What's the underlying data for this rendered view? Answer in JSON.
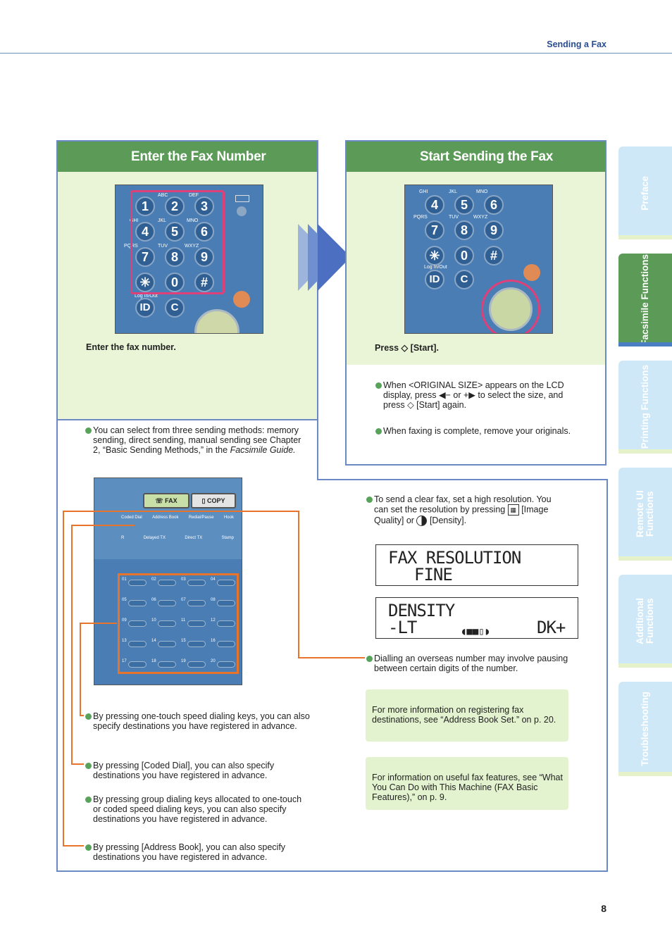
{
  "header": {
    "section": "Sending a Fax"
  },
  "page_number": "8",
  "left_panel": {
    "title": "Enter the Fax Number",
    "caption": "Enter the fax number.",
    "keys": [
      "1",
      "2",
      "3",
      "4",
      "5",
      "6",
      "7",
      "8",
      "9",
      "✳",
      "0",
      "#"
    ],
    "letters": [
      "ABC",
      "DEF",
      "GHI",
      "JKL",
      "MNO",
      "PQRS",
      "TUV",
      "WXYZ"
    ],
    "login": "Log In/Out",
    "id_key": "ID",
    "c_key": "C",
    "note": "You can select from three sending methods: memory sending, direct sending, manual sending see Chapter 2, “Basic Sending Methods,” in the ",
    "note_italic": "Facsimile Guide."
  },
  "right_panel": {
    "title": "Start Sending the Fax",
    "caption_pre": "Press",
    "caption_post": "[Start].",
    "bullet1_a": "When <ORIGINAL SIZE> appears on the LCD display, press",
    "bullet1_or": "or",
    "bullet1_b": "to select the size, and press",
    "bullet1_c": "[Start] again.",
    "bullet2": "When faxing is complete, remove your originals."
  },
  "resolution": {
    "text_a": "To send a clear fax, set a high resolution. You can set the resolution by pressing",
    "text_b": "[Image Quality] or",
    "text_c": "[Density].",
    "lcd1_line1": "FAX RESOLUTION",
    "lcd1_line2": "FINE",
    "lcd2_line1": "DENSITY",
    "lcd2_line2": "-LT",
    "lcd2_right": "DK+",
    "overseas": "Dialling an overseas number may involve pausing between certain digits of the number."
  },
  "panel_buttons": {
    "fax": "FAX",
    "copy": "COPY",
    "row1": [
      "Coded Dial",
      "Address Book",
      "Redial/Pause",
      "Hook"
    ],
    "row2": [
      "R",
      "Delayed TX",
      "Direct TX",
      "Stamp"
    ],
    "onetouch": [
      "01",
      "02",
      "03",
      "04",
      "05",
      "06",
      "07",
      "08",
      "09",
      "10",
      "11",
      "12",
      "13",
      "14",
      "15",
      "16",
      "17",
      "18",
      "19",
      "20"
    ]
  },
  "notes": {
    "onetouch": "By pressing one-touch speed dialing keys, you can also specify destinations you have registered in advance.",
    "coded": "By pressing [Coded Dial], you can also specify destinations you have registered in advance.",
    "group": "By pressing group dialing keys allocated to one-touch or coded speed dialing keys, you can also specify destinations you have registered in advance.",
    "address": "By pressing [Address Book], you can also specify destinations you have registered in advance.",
    "box1": "For more information on registering fax destinations, see “Address Book Set.” on p. 20.",
    "box2": "For information on useful fax features, see “What You Can Do with This Machine (FAX Basic Features),” on p. 9."
  },
  "tabs": [
    "Preface",
    "Facsimile Functions",
    "Printing Functions",
    "Remote UI Functions",
    "Additional Functions",
    "Troubleshooting"
  ],
  "colors": {
    "accent_green": "#5c9a58",
    "panel_bg": "#e9f5d6",
    "frame_blue": "#6b8ac4",
    "highlight_pink": "#e0407a",
    "callout_orange": "#e8732a",
    "tab_blue": "#cfe8f7"
  }
}
